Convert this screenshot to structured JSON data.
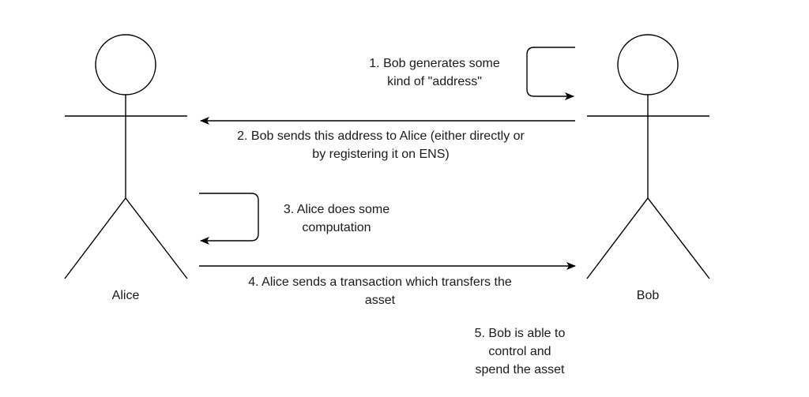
{
  "actors": {
    "alice": {
      "name": "Alice"
    },
    "bob": {
      "name": "Bob"
    }
  },
  "steps": [
    {
      "lines": [
        "1. Bob generates some",
        "kind of \"address\""
      ]
    },
    {
      "lines": [
        "2. Bob sends this address to Alice (either directly or",
        "by registering it on ENS)"
      ]
    },
    {
      "lines": [
        "3. Alice does some",
        "computation"
      ]
    },
    {
      "lines": [
        "4. Alice sends a transaction which transfers the",
        "asset"
      ]
    },
    {
      "lines": [
        "5. Bob is able to",
        "control and",
        "spend the asset"
      ]
    }
  ]
}
